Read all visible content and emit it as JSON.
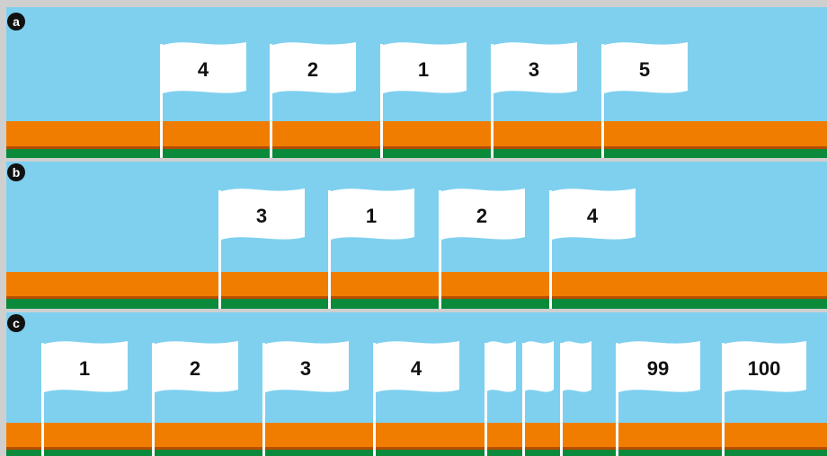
{
  "colors": {
    "sky": "#7fd0ef",
    "orange_stripe": "#f07d00",
    "dark_orange_stripe": "#b54e00",
    "green_stripe": "#0a8a3a",
    "flag": "#ffffff",
    "pole": "#ffffff",
    "badge": "#111111",
    "top_border": "#cfcfcf"
  },
  "panels": [
    {
      "label": "a",
      "flags": [
        {
          "label": "4"
        },
        {
          "label": "2"
        },
        {
          "label": "1"
        },
        {
          "label": "3"
        },
        {
          "label": "5"
        }
      ]
    },
    {
      "label": "b",
      "flags": [
        {
          "label": "3"
        },
        {
          "label": "1"
        },
        {
          "label": "2"
        },
        {
          "label": "4"
        }
      ]
    },
    {
      "label": "c",
      "flags": [
        {
          "label": "1"
        },
        {
          "label": "2"
        },
        {
          "label": "3"
        },
        {
          "label": "4"
        },
        {
          "label": ""
        },
        {
          "label": ""
        },
        {
          "label": ""
        },
        {
          "label": "99"
        },
        {
          "label": "100"
        }
      ]
    }
  ]
}
